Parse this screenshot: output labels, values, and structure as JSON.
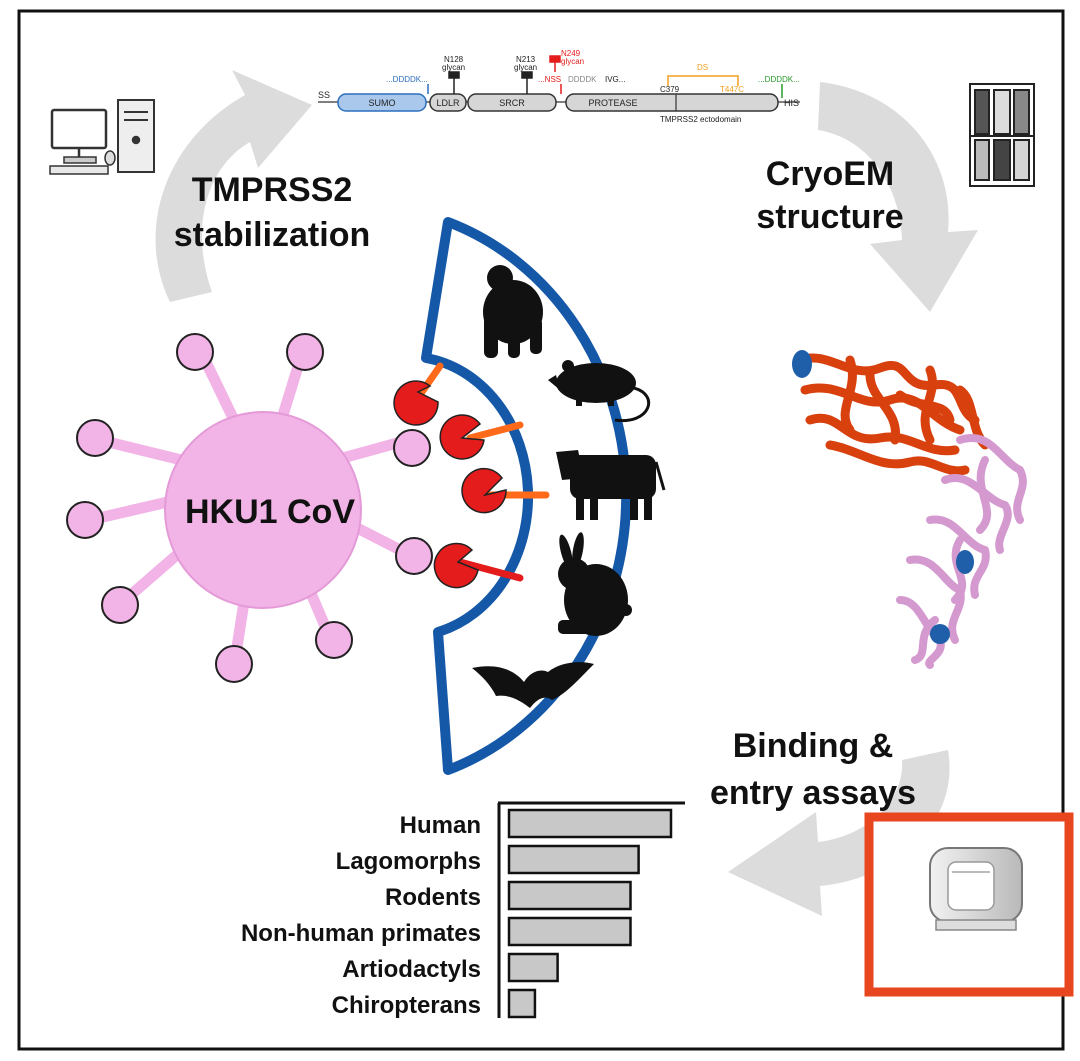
{
  "labels": {
    "stabilization_line1": "TMPRSS2",
    "stabilization_line2": "stabilization",
    "cryoem_line1": "CryoEM",
    "cryoem_line2": "structure",
    "binding_line1": "Binding &",
    "binding_line2": "entry assays",
    "virus": "HKU1 CoV"
  },
  "construct": {
    "domains": [
      "SS",
      "SUMO",
      "LDLR",
      "SRCR",
      "PROTEASE",
      "HIS"
    ],
    "tags": {
      "ddddk_left": "...DDDDK...",
      "n128": "N128",
      "n213": "N213",
      "n249": "N249",
      "glycan": "glycan",
      "nss": "...NSS",
      "ddddk_mid": "DDDDK",
      "ivg": "IVG...",
      "ds": "DS",
      "c379": "C379",
      "t447c": "T447C",
      "ddddk_right": "...DDDDK...",
      "ectodomain": "TMPRSS2 ectodomain"
    }
  },
  "animals": [
    "ape-silhouette",
    "rat-silhouette",
    "cow-silhouette",
    "rabbit-silhouette",
    "bat-silhouette"
  ],
  "colors": {
    "fan_border": "#1558a8",
    "virus_fill": "#f2b3e6",
    "receptor_red": "#e41c1c",
    "stalk_orange": "#ff6a1a",
    "protein_orange": "#d8400e",
    "protein_pink": "#d49ad0",
    "glycan_blue": "#1f5ea8",
    "highlight_box": "#e8461e",
    "bar_fill": "#c8c8c8",
    "arrow_gray": "#dcdcdc"
  },
  "chart_data": {
    "type": "bar",
    "orientation": "horizontal",
    "categories": [
      "Human",
      "Lagomorphs",
      "Rodents",
      "Non-human primates",
      "Artiodactyls",
      "Chiropterans"
    ],
    "values": [
      100,
      80,
      75,
      75,
      30,
      16
    ],
    "xlabel": "",
    "ylabel": "",
    "xlim": [
      0,
      100
    ]
  }
}
